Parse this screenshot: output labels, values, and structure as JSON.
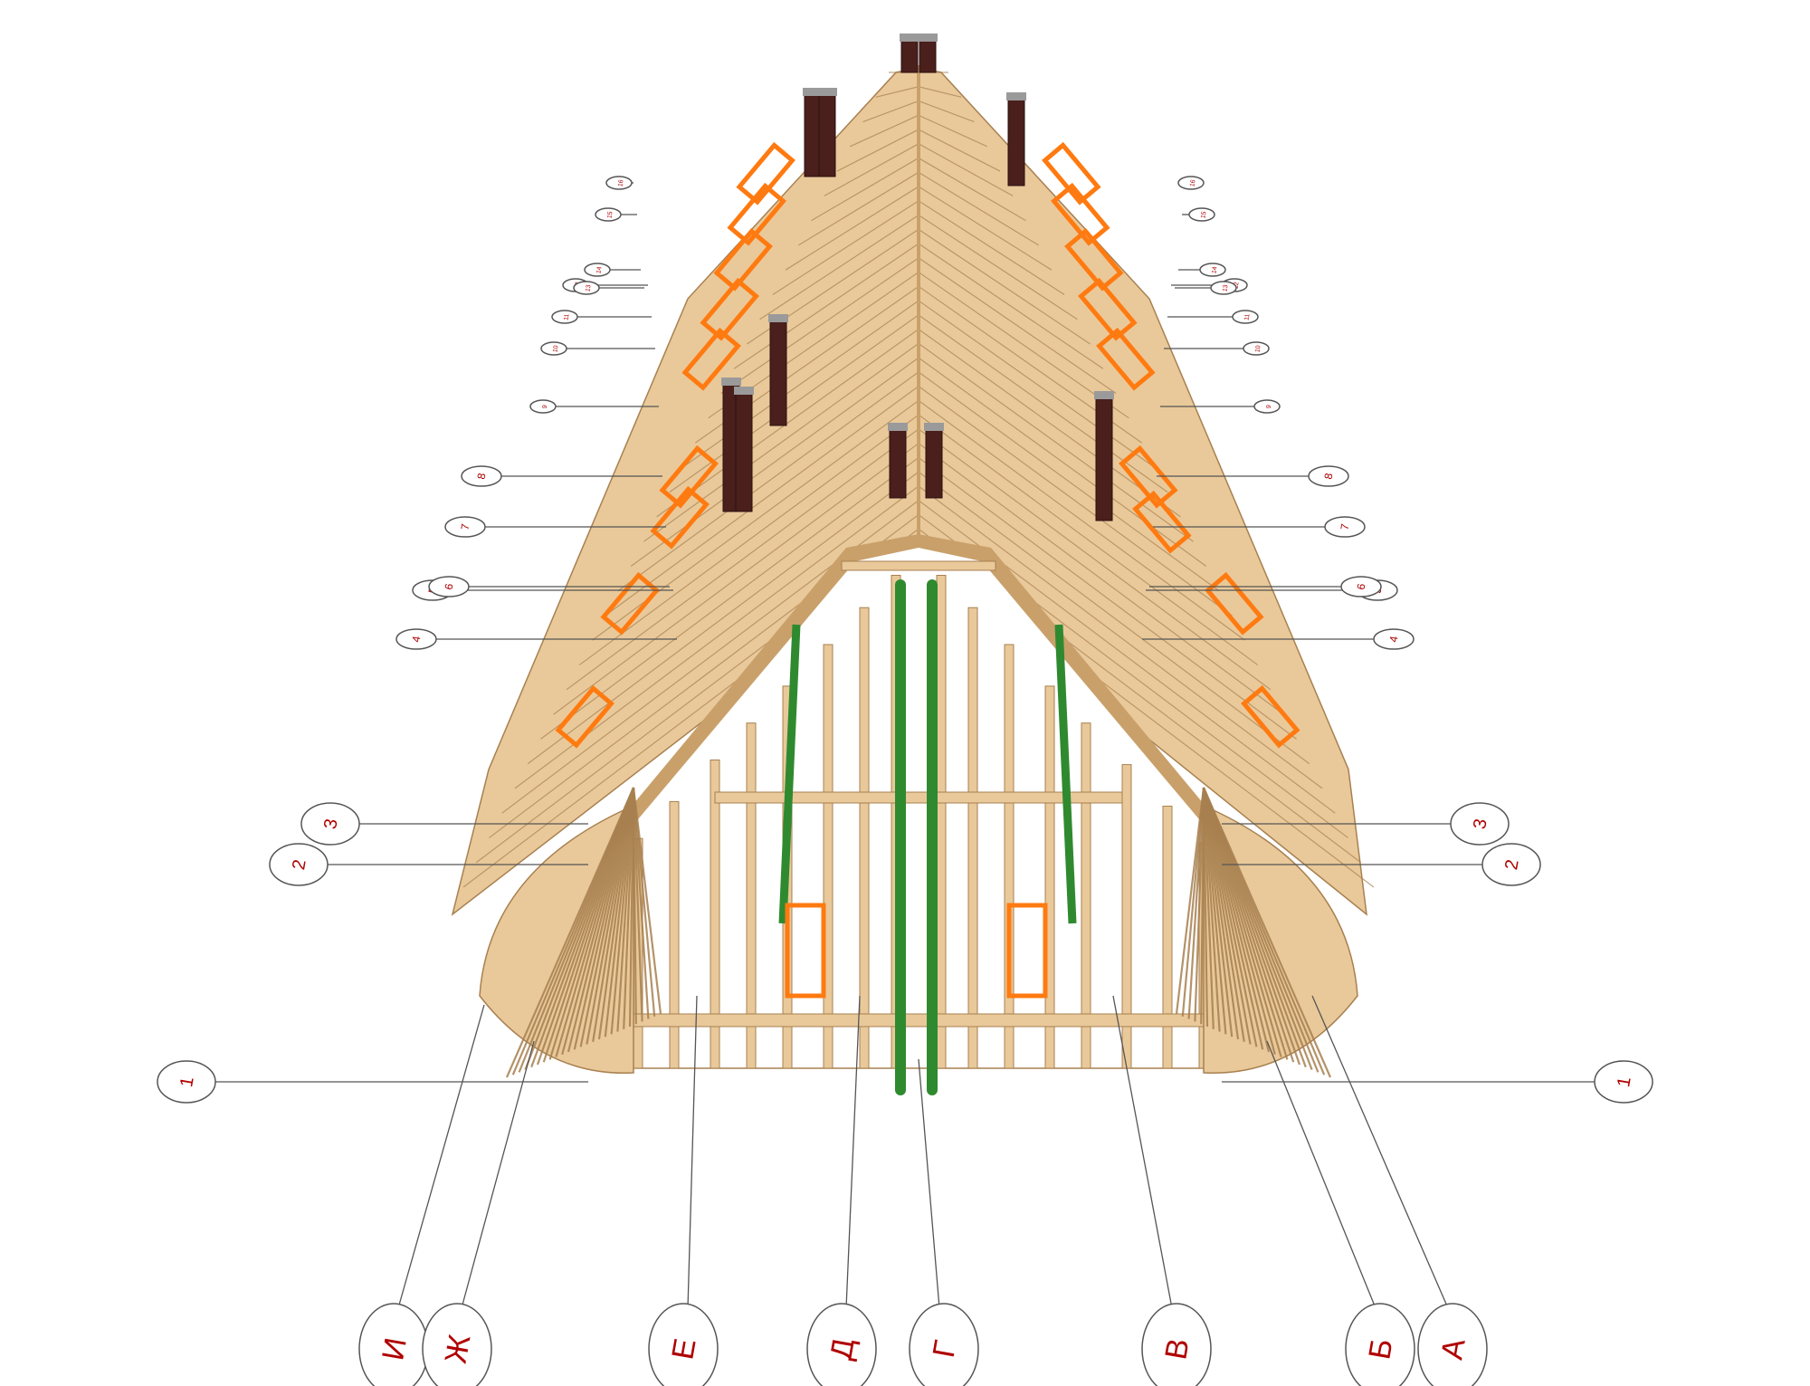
{
  "colors": {
    "wood": "#e9c99a",
    "wood_dark": "#c9a06a",
    "wood_line": "#a88050",
    "chimney": "#4a1f1c",
    "chimney_cap": "#9a9a9a",
    "window": "#ff7a10",
    "pipe": "#2f8a2f",
    "leader": "#555555",
    "label": "#b00000"
  },
  "row_markers": {
    "left": [
      "1",
      "2",
      "3",
      "4",
      "5",
      "6",
      "7",
      "8",
      "9",
      "10",
      "11",
      "12",
      "13",
      "14",
      "15",
      "16"
    ],
    "right": [
      "1",
      "2",
      "3",
      "4",
      "5",
      "6",
      "7",
      "8",
      "9",
      "10",
      "11",
      "12",
      "13",
      "14",
      "15",
      "16"
    ]
  },
  "axis_markers": [
    "И",
    "Ж",
    "Е",
    "Д",
    "Г",
    "В",
    "Б",
    "А"
  ]
}
